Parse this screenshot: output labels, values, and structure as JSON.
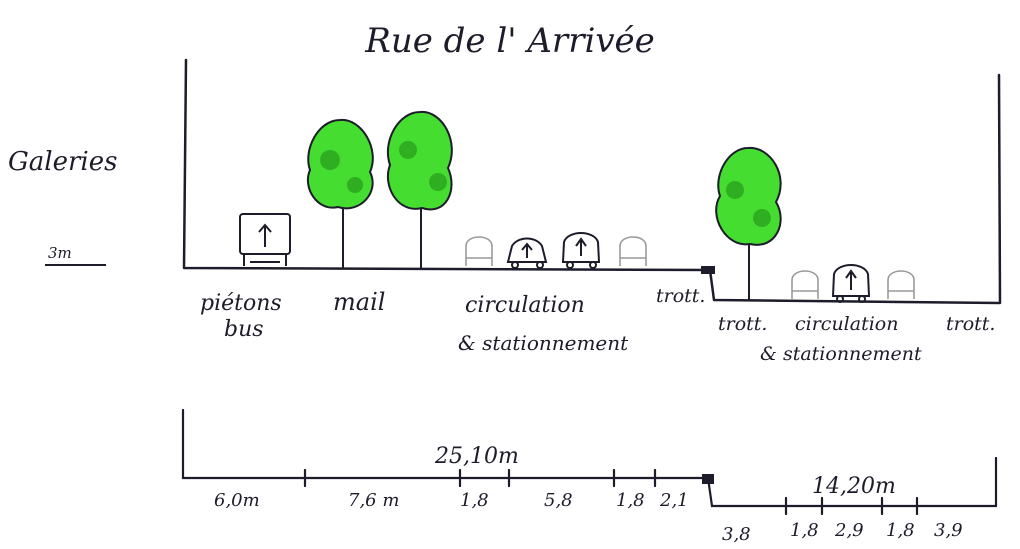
{
  "title": "Rue de l' Arrivée",
  "side_label": "Galeries",
  "scale_label": "3m",
  "labels": {
    "pietons": "piétons",
    "bus": "bus",
    "mail": "mail",
    "circ_left": "circulation",
    "stat_left": "& stationnement",
    "trott_left": "trott.",
    "trott_right_a": "trott.",
    "circ_right": "circulation",
    "trott_right_b": "trott.",
    "stat_right": "& stationnement"
  },
  "dims": {
    "total_left": "25,10m",
    "total_right": "14,20m",
    "left_segments": [
      "6,0m",
      "7,6 m",
      "1,8",
      "5,8",
      "1,8",
      "2,1"
    ],
    "right_segments": [
      "3,8",
      "1,8",
      "2,9",
      "1,8",
      "3,9"
    ]
  },
  "colors": {
    "ink": "#1c1c2a",
    "tree_green": "#3fd92e",
    "tree_dark": "#2fae22"
  }
}
